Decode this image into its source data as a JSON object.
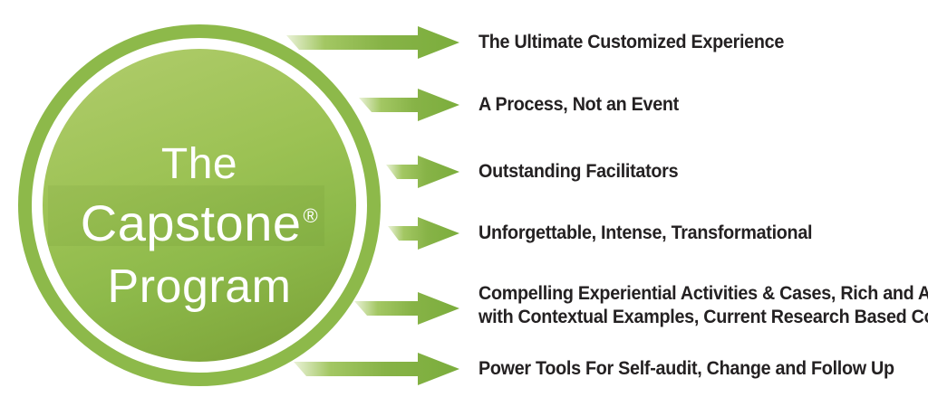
{
  "badge": {
    "line1": "The",
    "line2": "Capstone",
    "registered": "®",
    "line3": "Program"
  },
  "rows": [
    {
      "lines": [
        "The Ultimate Customized Experience"
      ]
    },
    {
      "lines": [
        "A Process, Not an Event"
      ]
    },
    {
      "lines": [
        "Outstanding Facilitators"
      ]
    },
    {
      "lines": [
        "Unforgettable, Intense, Transformational"
      ]
    },
    {
      "lines": [
        "Compelling Experiential Activities & Cases, Rich and Alive",
        "with Contextual Examples, Current Research Based Content"
      ]
    },
    {
      "lines": [
        "Power Tools For Self-audit, Change and Follow Up"
      ]
    }
  ],
  "colors": {
    "ring_green": "#8db94a",
    "inner_gradient_top": "#aecb69",
    "inner_gradient_bottom": "#7ca238",
    "arrow_green": "#7bad3c",
    "arrow_tail_light": "#eaf2d8",
    "text_dark": "#242122",
    "badge_text": "#ffffff"
  }
}
